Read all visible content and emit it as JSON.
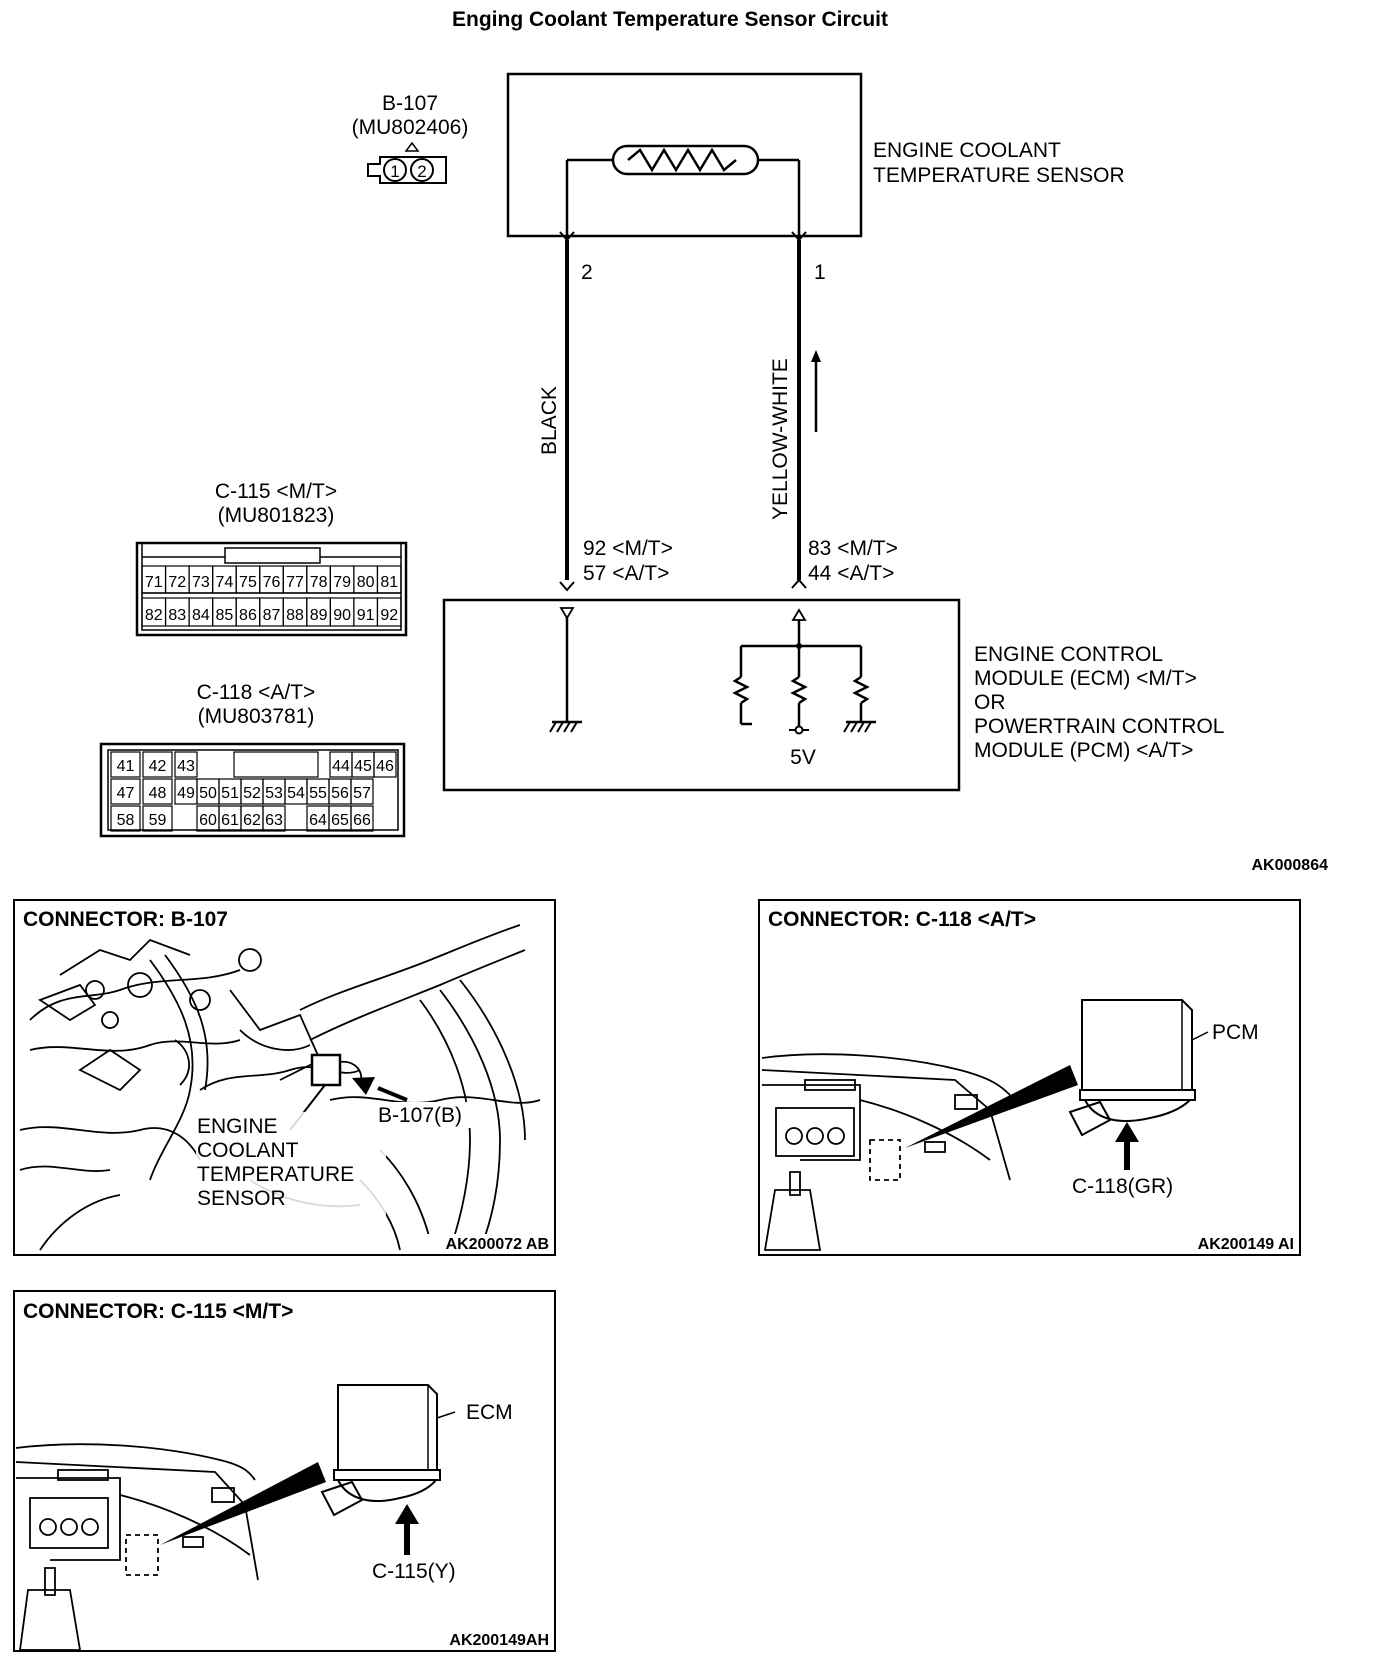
{
  "title": "Enging Coolant Temperature Sensor Circuit",
  "b107": {
    "id": "B-107",
    "part": "(MU802406)",
    "pin1": "1",
    "pin2": "2"
  },
  "sensor": {
    "line1": "ENGINE COOLANT",
    "line2": "TEMPERATURE SENSOR"
  },
  "wires": {
    "left_pin": "2",
    "right_pin": "1",
    "left_color": "BLACK",
    "right_color": "YELLOW-WHITE",
    "left_term1": "92 <M/T>",
    "left_term2": "57 <A/T>",
    "right_term1": "83 <M/T>",
    "right_term2": "44 <A/T>"
  },
  "c115": {
    "id": "C-115 <M/T>",
    "part": "(MU801823)",
    "row1": [
      "71",
      "72",
      "73",
      "74",
      "75",
      "76",
      "77",
      "78",
      "79",
      "80",
      "81"
    ],
    "row2": [
      "82",
      "83",
      "84",
      "85",
      "86",
      "87",
      "88",
      "89",
      "90",
      "91",
      "92"
    ]
  },
  "c118": {
    "id": "C-118 <A/T>",
    "part": "(MU803781)",
    "row1": [
      "41",
      "42",
      "43",
      "",
      "",
      "",
      "",
      "",
      "",
      "44",
      "45",
      "46"
    ],
    "row2": [
      "47",
      "48",
      "49",
      "50",
      "51",
      "52",
      "53",
      "54",
      "55",
      "56",
      "57"
    ],
    "row3": [
      "58",
      "59",
      "",
      "60",
      "61",
      "62",
      "63",
      "",
      "64",
      "65",
      "66"
    ]
  },
  "ecm": {
    "line1": "ENGINE CONTROL",
    "line2": "MODULE (ECM) <M/T>",
    "line3": "OR",
    "line4": "POWERTRAIN CONTROL",
    "line5": "MODULE (PCM) <A/T>",
    "voltage": "5V"
  },
  "diagram_code": "AK000864",
  "panel_b107": {
    "title": "CONNECTOR: B-107",
    "label1": "ENGINE",
    "label2": "COOLANT",
    "label3": "TEMPERATURE",
    "label4": "SENSOR",
    "callout": "B-107(B)",
    "code": "AK200072 AB"
  },
  "panel_c118": {
    "title": "CONNECTOR: C-118 <A/T>",
    "module": "PCM",
    "callout": "C-118(GR)",
    "code": "AK200149 AI"
  },
  "panel_c115": {
    "title": "CONNECTOR: C-115 <M/T>",
    "module": "ECM",
    "callout": "C-115(Y)",
    "code": "AK200149AH"
  }
}
